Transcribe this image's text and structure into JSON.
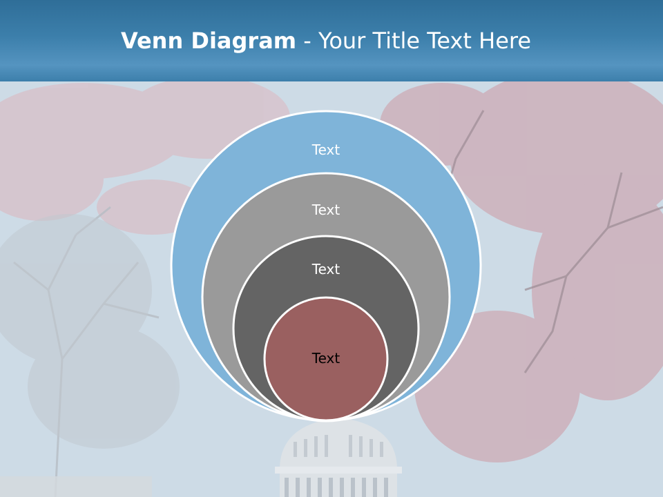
{
  "title": {
    "bold": "Venn Diagram",
    "rest": " - Your Title Text Here"
  },
  "circles": [
    {
      "label": "Text",
      "fill": "#7fb4d9",
      "text_color": "#ffffff"
    },
    {
      "label": "Text",
      "fill": "#9a9a9a",
      "text_color": "#ffffff"
    },
    {
      "label": "Text",
      "fill": "#646464",
      "text_color": "#ffffff"
    },
    {
      "label": "Text",
      "fill": "#9a6060",
      "text_color": "#000000"
    }
  ],
  "colors": {
    "header": "#3c7fab",
    "circle_stroke": "#ffffff"
  },
  "background": "faded photo of pink blossoming tree branches over a domed capitol building under a light blue sky"
}
